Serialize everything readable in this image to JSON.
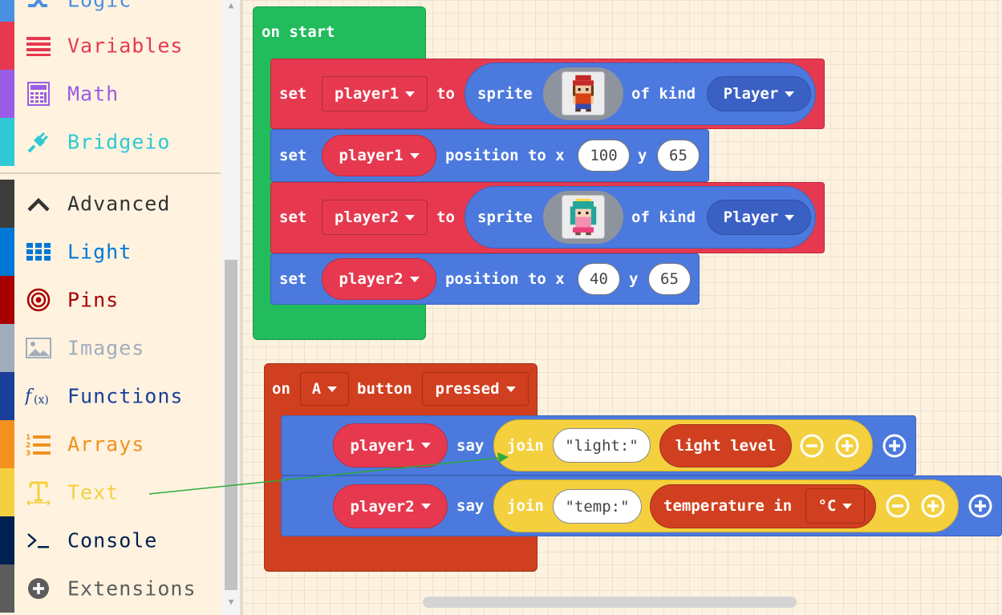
{
  "toolbox": {
    "categories": [
      {
        "label": "Logic",
        "color": "#4a90e2",
        "icon": "shuffle-icon"
      },
      {
        "label": "Variables",
        "color": "#e6394f",
        "icon": "variables-icon"
      },
      {
        "label": "Math",
        "color": "#9a5ce6",
        "icon": "calculator-icon"
      },
      {
        "label": "Bridgeio",
        "color": "#2ec9d4",
        "icon": "plug-icon"
      },
      {
        "label": "Advanced",
        "color": "#3c3c3c",
        "icon": "chevron-up-icon"
      },
      {
        "label": "Light",
        "color": "#0077d4",
        "icon": "grid-icon"
      },
      {
        "label": "Pins",
        "color": "#a80000",
        "icon": "target-icon"
      },
      {
        "label": "Images",
        "color": "#a0adbc",
        "icon": "image-icon"
      },
      {
        "label": "Functions",
        "color": "#1a3f99",
        "icon": "function-icon"
      },
      {
        "label": "Arrays",
        "color": "#f29120",
        "icon": "numbered-list-icon"
      },
      {
        "label": "Text",
        "color": "#f4d03f",
        "icon": "text-icon"
      },
      {
        "label": "Console",
        "color": "#002050",
        "icon": "terminal-icon"
      },
      {
        "label": "Extensions",
        "color": "#5c5c5c",
        "icon": "plus-circle-icon"
      }
    ]
  },
  "blocks": {
    "on_start": {
      "label": "on start",
      "rows": [
        {
          "set": "set",
          "var": "player1",
          "to": "to",
          "sprite": "sprite",
          "of_kind": "of kind",
          "kind": "Player"
        },
        {
          "set": "set",
          "var": "player1",
          "position_to": "position to x",
          "x": "100",
          "y_label": "y",
          "y": "65"
        },
        {
          "set": "set",
          "var": "player2",
          "to": "to",
          "sprite": "sprite",
          "of_kind": "of kind",
          "kind": "Player"
        },
        {
          "set": "set",
          "var": "player2",
          "position_to": "position to x",
          "x": "40",
          "y_label": "y",
          "y": "65"
        }
      ]
    },
    "on_button": {
      "on": "on",
      "button": "A",
      "button_label": "button",
      "event": "pressed",
      "rows": [
        {
          "sprite": "player1",
          "say": "say",
          "join": "join",
          "text": "\"light:\"",
          "value": "light level"
        },
        {
          "sprite": "player2",
          "say": "say",
          "join": "join",
          "text": "\"temp:\"",
          "value": "temperature in",
          "unit": "°C"
        }
      ]
    }
  }
}
